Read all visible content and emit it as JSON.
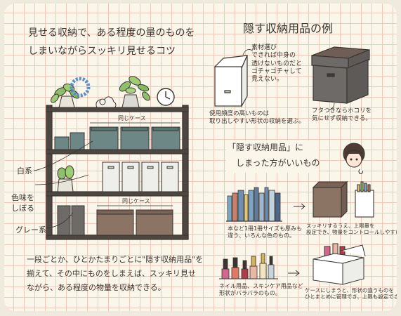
{
  "left": {
    "title_line1": "見せる収納で、ある程度の量のものを",
    "title_line2": "しまいながらスッキリ見せるコツ",
    "shelf_label_top": "同じケース",
    "shelf_label_bottom": "同じケース",
    "callout_white": "白系",
    "callout_taste1": "色味を",
    "callout_taste2": "しぼる",
    "callout_gray": "グレー系",
    "caption_line1": "一段ごとか、ひとかたまりごとに\"隠す収納用品\"を",
    "caption_line2": "揃えて、その中にものをしまえば、スッキリ見せ",
    "caption_line3": "ながら、ある程度の物量を収納できる。"
  },
  "right": {
    "title": "隠す収納用品の例",
    "note_material_lines": [
      "素材選び",
      "できれば中身の",
      "透けないものだと",
      "ゴチャゴチャして",
      "見えない。"
    ],
    "note_frequency_lines": [
      "使用頻度の高いものは",
      "取り出しやすい形状の収納を選ぶ。"
    ],
    "note_lid_lines": [
      "フタつきならホコリを",
      "気にせず収納できる。"
    ],
    "quote_line1": "「隠す収納用品」に",
    "quote_line2": "しまった方がいいもの",
    "books_caption_lines": [
      "本など1冊1冊サイズも厚みも",
      "違う、いろんな色のもの。"
    ],
    "books_result_lines": [
      "スッキリするうえ、上限量を",
      "設定でき、物量をコントロールしやすい。"
    ],
    "nail_caption_lines": [
      "ネイル用品、スキンケア用品など",
      "形状がバラバラのもの。"
    ],
    "nail_result_lines": [
      "ケースにしまうと、形状の違うものを",
      "ひとまとめに管理でき、上限も設定できる。"
    ]
  },
  "colors": {
    "background": "#fbf6ea",
    "grid": "#f0c9bc",
    "shelf_frame": "#4e4640",
    "teal_box": "#6c8785",
    "white_box": "#eeeeea",
    "brown_box": "#8c7465",
    "dark_gray": "#6e6a68",
    "ink": "#3a3530"
  },
  "icons": [
    "potted-plant-icon",
    "wreath-icon",
    "wall-clock-icon",
    "bird-figure-icon",
    "woman-face-icon",
    "arrow-right-icon"
  ]
}
